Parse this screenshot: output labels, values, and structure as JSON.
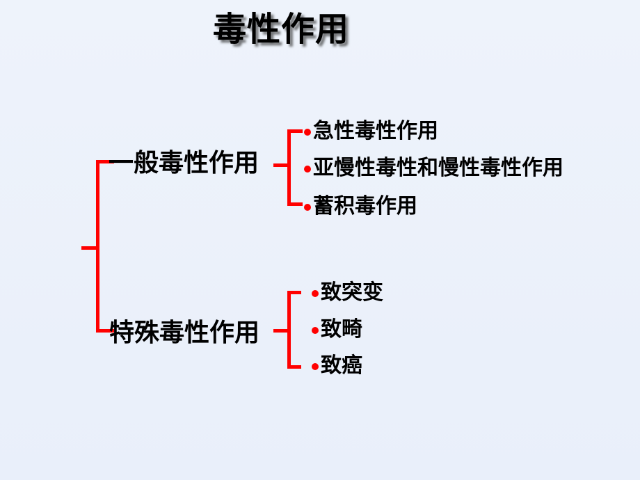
{
  "slide": {
    "title": "毒性作用",
    "background_color": "#eef3fb",
    "accent_color": "#ff0000",
    "text_color": "#000000"
  },
  "tree": {
    "groups": [
      {
        "label": "一般毒性作用",
        "items": [
          "急性毒性作用",
          "亚慢性毒性和慢性毒性作用",
          "蓄积毒作用"
        ]
      },
      {
        "label": "特殊毒性作用",
        "items": [
          "致突变",
          "致畸",
          "致癌"
        ]
      }
    ]
  }
}
